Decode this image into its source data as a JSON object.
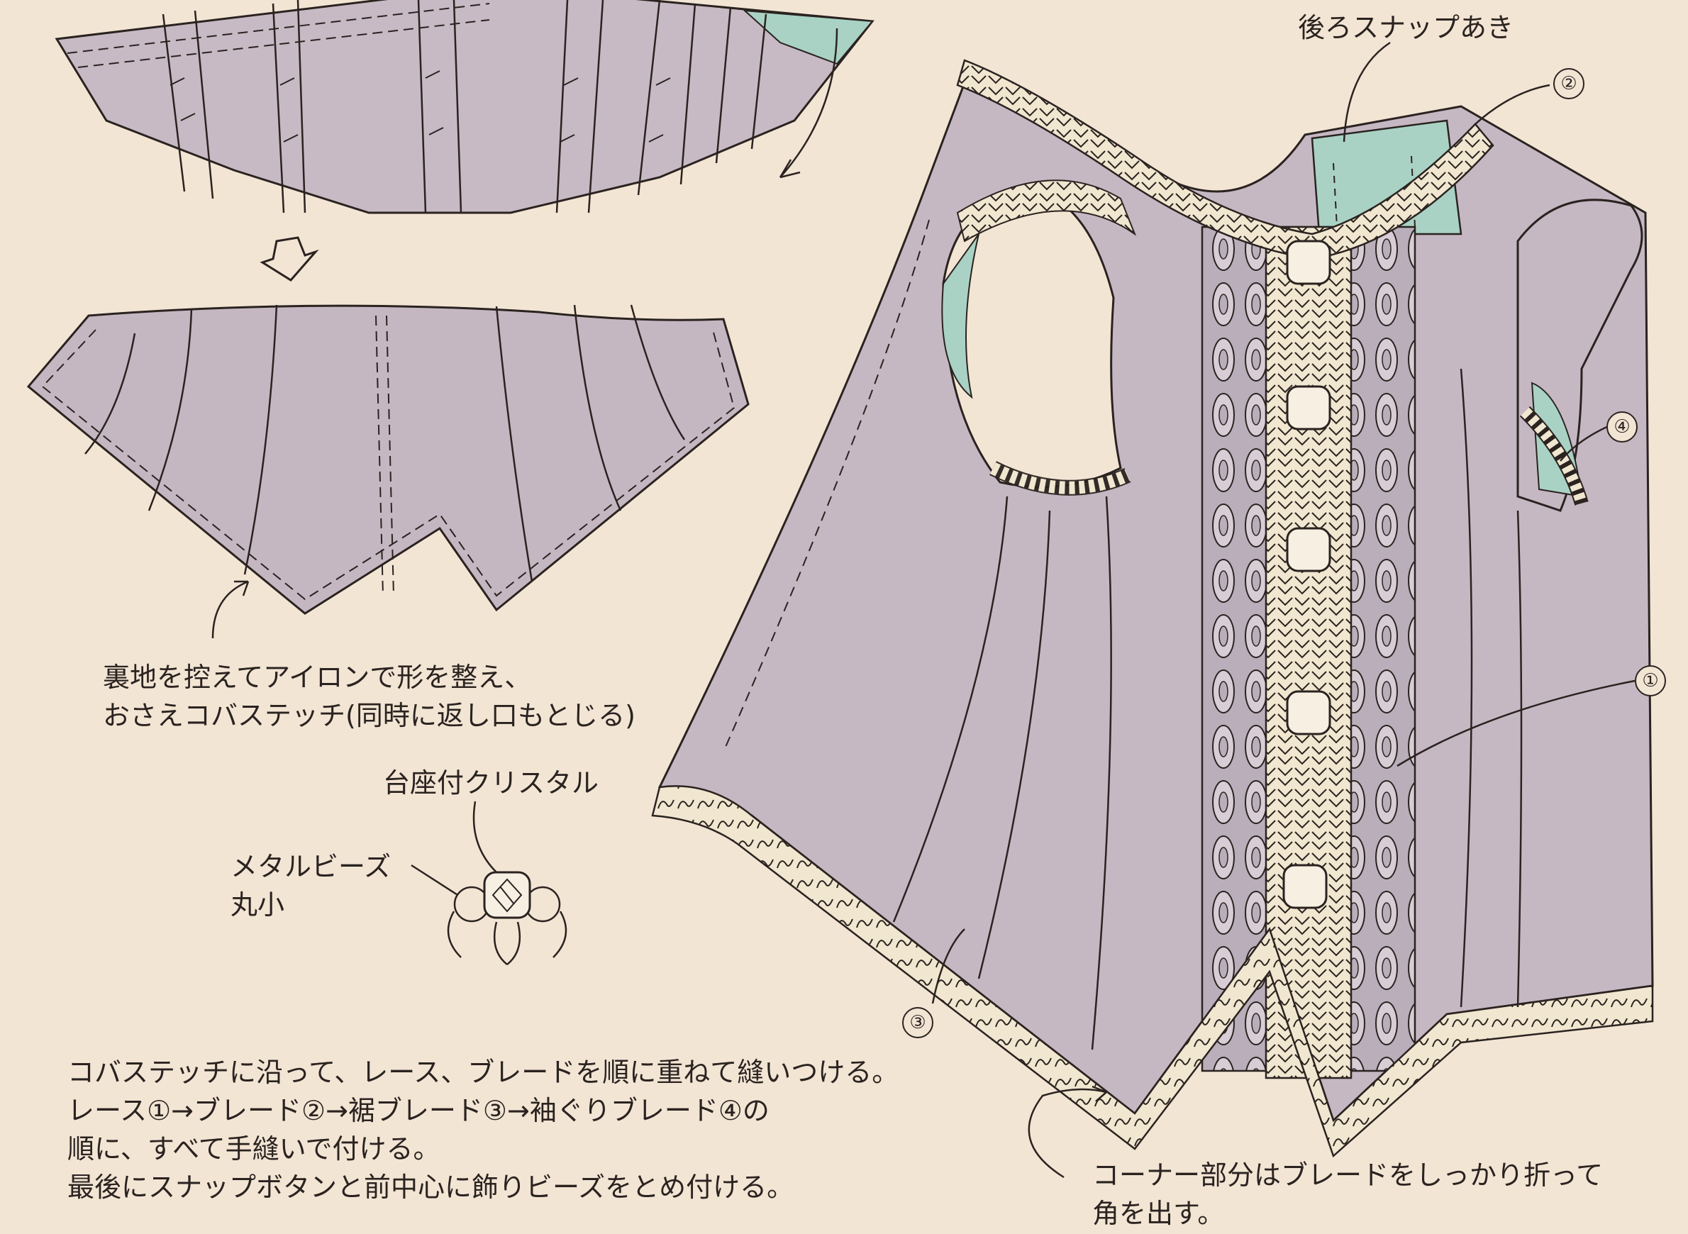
{
  "labels": {
    "back_snap_opening": "後ろスナップあき",
    "lining_instruction": {
      "line1": "裏地を控えてアイロンで形を整え、",
      "line2": "おさえコバステッチ(同時に返し口もとじる)"
    },
    "crystal_with_setting": "台座付クリスタル",
    "metal_beads": {
      "line1": "メタルビーズ",
      "line2": "丸小"
    },
    "main_instructions": {
      "line1": "コバステッチに沿って、レース、ブレードを順に重ねて縫いつける。",
      "line2": "レース①→ブレード②→裾ブレード③→袖ぐりブレード④の",
      "line3": "順に、すべて手縫いで付ける。",
      "line4": "最後にスナップボタンと前中心に飾りビーズをとめ付ける。"
    },
    "corner_note": {
      "line1": "コーナー部分はブレードをしっかり折って",
      "line2": "角を出す。"
    }
  },
  "markers": {
    "m1": "①",
    "m2": "②",
    "m3": "③",
    "m4": "④"
  },
  "colors": {
    "background": "#f3e5d4",
    "fabric": "#c9bcc4",
    "lining": "#a9d2c5",
    "braid": "#f1e6cf",
    "lace": "#b9aeba",
    "ink": "#2a2320"
  }
}
